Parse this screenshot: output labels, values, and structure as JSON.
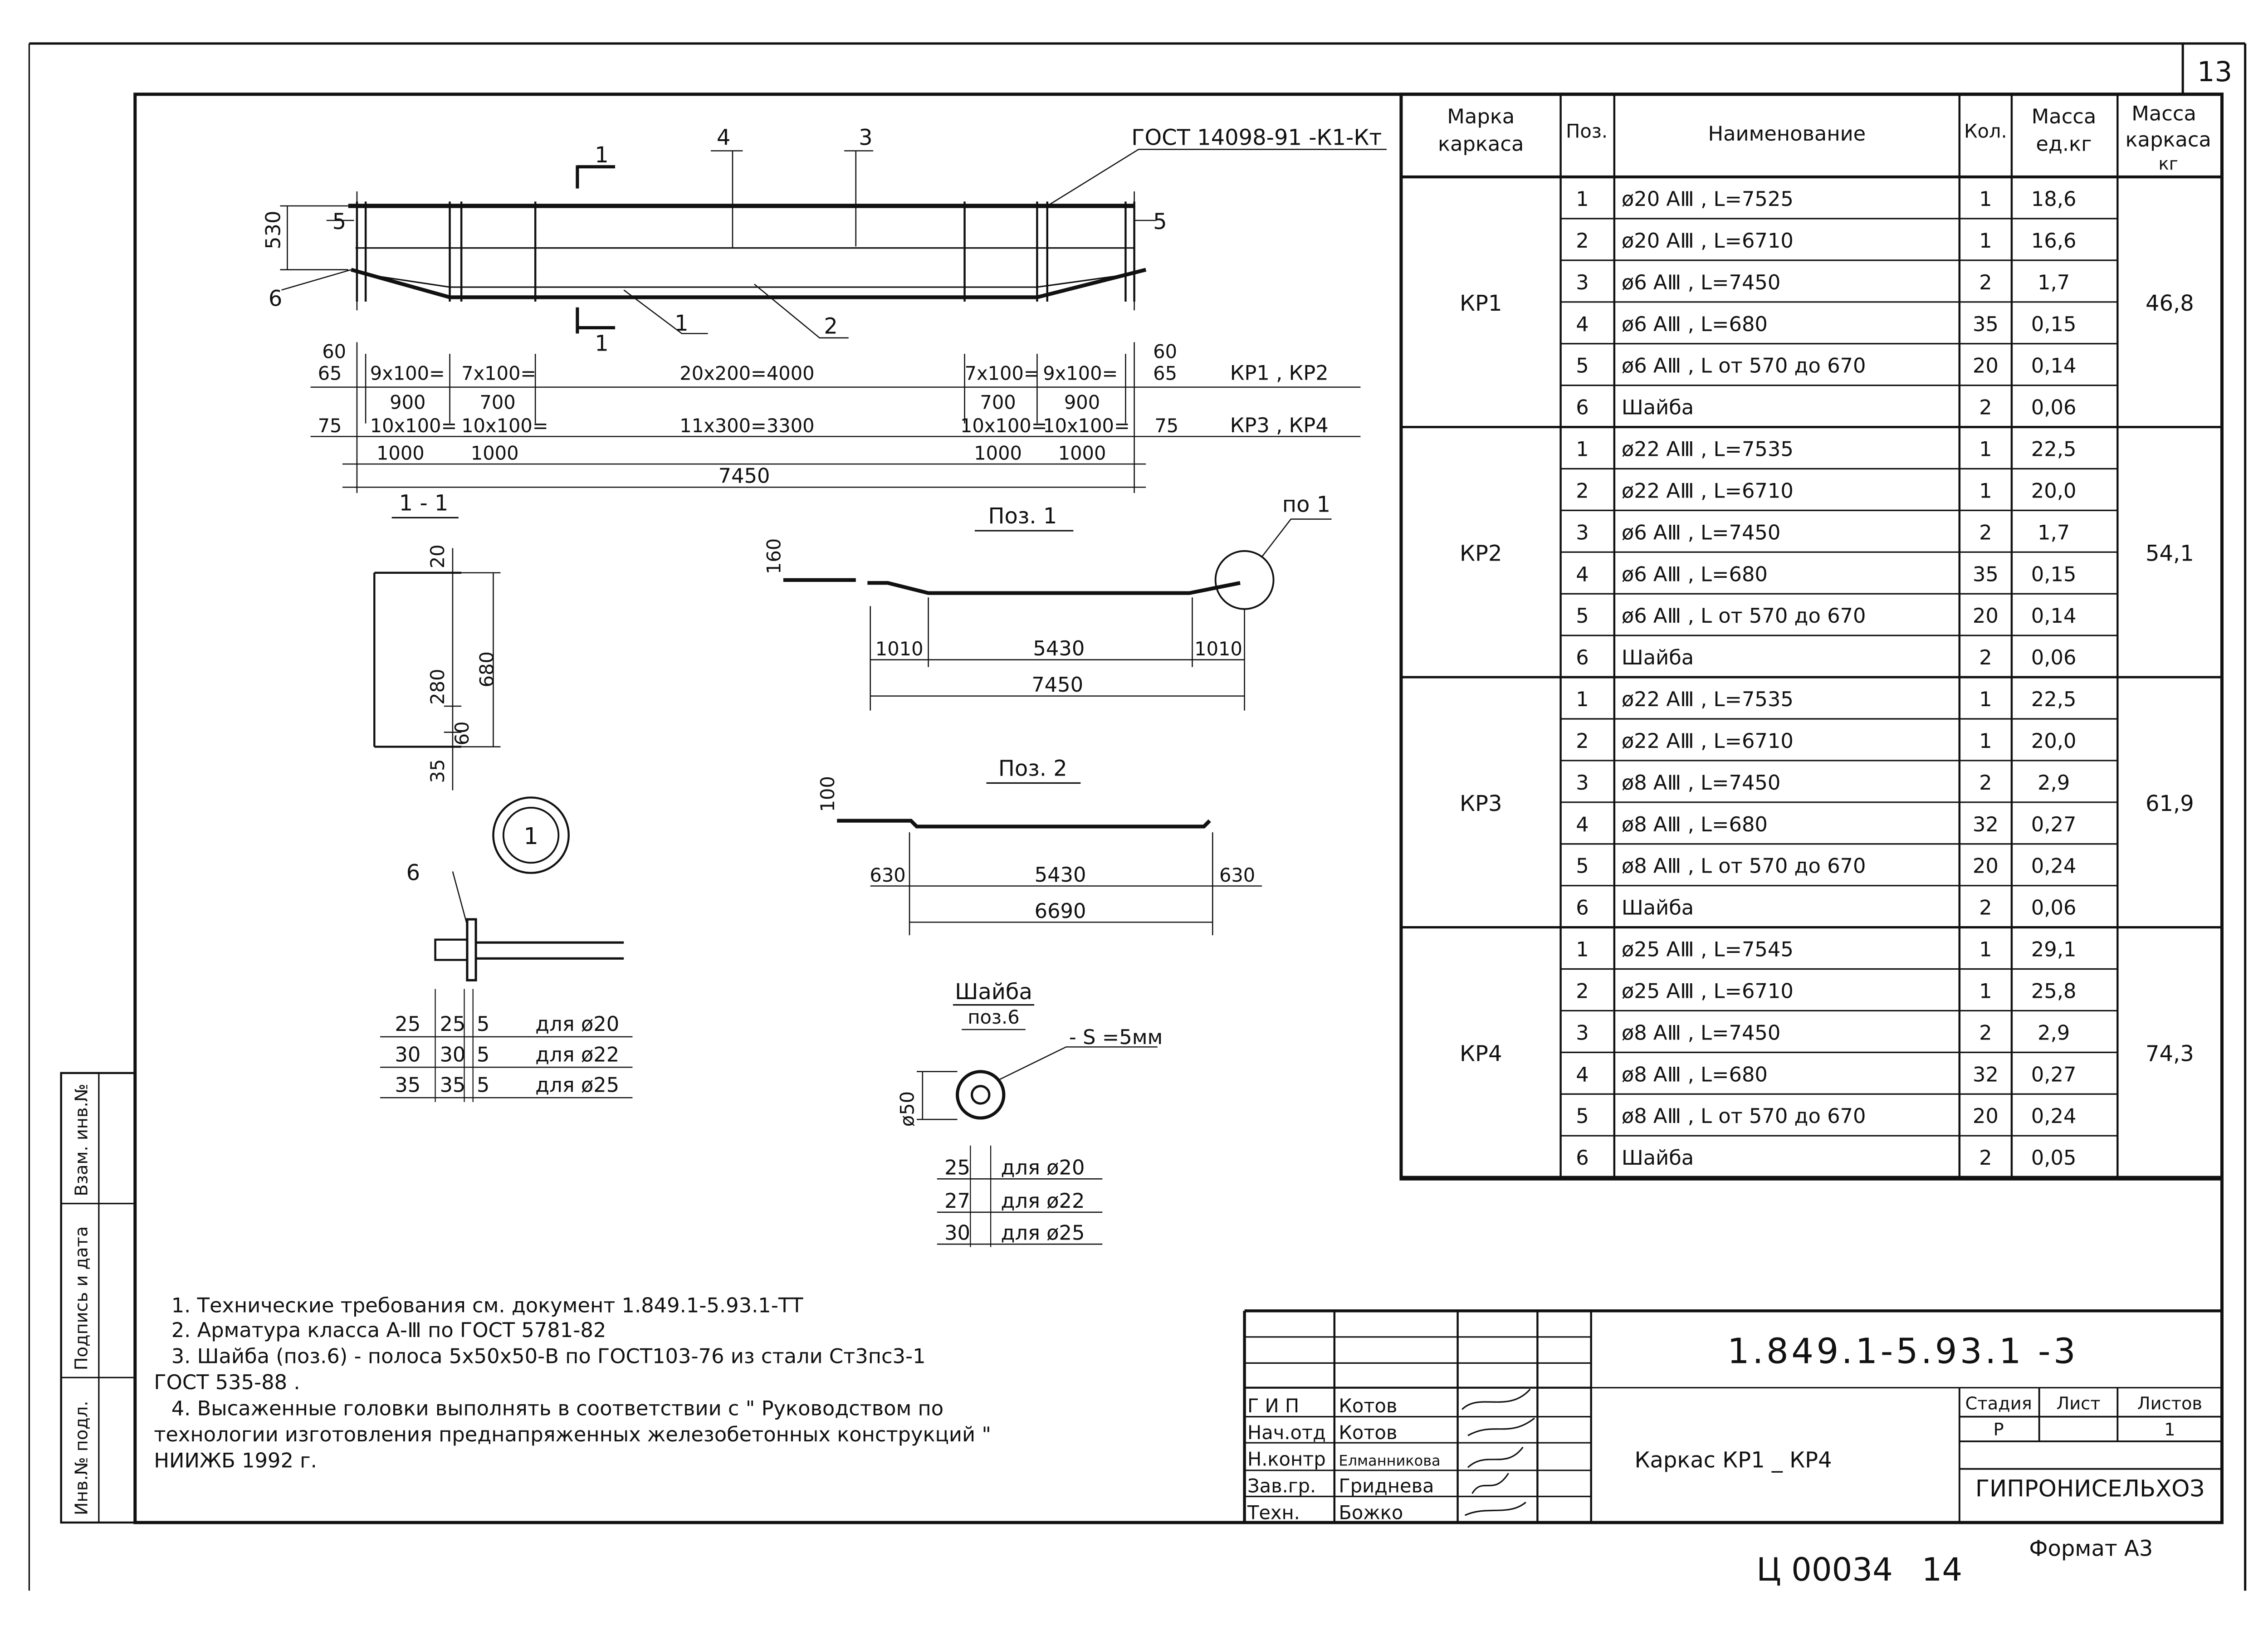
{
  "page_number": "13",
  "gost_ref": "ГОСТ 14098-91 -К1-Кт",
  "callouts": {
    "c1": "1",
    "c2": "2",
    "c3": "3",
    "c4": "4",
    "c5a": "5",
    "c5b": "5",
    "c6": "6",
    "sec1": "1",
    "sec2": "1"
  },
  "main_dims": {
    "h530": "530",
    "d60a": "60",
    "d65a": "65",
    "d60b": "60",
    "d65b": "65",
    "d75a": "75",
    "d75b": "75",
    "r1": [
      "9x100=",
      "7x100=",
      "20x200=4000",
      "7x100=",
      "9x100="
    ],
    "r2": [
      "900",
      "700",
      "700",
      "900"
    ],
    "r3": [
      "10x100=",
      "10x100=",
      "11x300=3300",
      "10x100=",
      "10x100="
    ],
    "r4": [
      "1000",
      "1000",
      "1000",
      "1000"
    ],
    "total": "7450",
    "mark_kr12": "КР1 , КР2",
    "mark_kr34": "КР3 , КР4"
  },
  "section": {
    "title": "1 - 1",
    "d20": "20",
    "d280": "280",
    "d680": "680",
    "d60": "60",
    "d35": "35"
  },
  "node1": {
    "label": "1"
  },
  "pos1": {
    "title": "Поз. 1",
    "ref": "по 1",
    "d160": "160",
    "d1010a": "1010",
    "d5430": "5430",
    "d1010b": "1010",
    "d7450": "7450"
  },
  "pos2": {
    "title": "Поз. 2",
    "d100": "100",
    "d630a": "630",
    "d5430": "5430",
    "d630b": "630",
    "d6690": "6690"
  },
  "head": {
    "label": "6",
    "rows": [
      {
        "a": "25",
        "b": "25",
        "c": "5",
        "t": "для ø20"
      },
      {
        "a": "30",
        "b": "30",
        "c": "5",
        "t": "для ø22"
      },
      {
        "a": "35",
        "b": "35",
        "c": "5",
        "t": "для ø25"
      }
    ]
  },
  "washer": {
    "title1": "Шайба",
    "title2": "поз.6",
    "s": "- S =5мм",
    "d": "ø50",
    "rows": [
      {
        "a": "25",
        "t": "для ø20"
      },
      {
        "a": "27",
        "t": "для ø22"
      },
      {
        "a": "30",
        "t": "для ø25"
      }
    ]
  },
  "spec": {
    "headers": {
      "mark": [
        "Марка",
        "каркаса"
      ],
      "pos": "Поз.",
      "name": "Наименование",
      "qty": "Кол.",
      "mass": [
        "Масса",
        "ед.кг"
      ],
      "total": [
        "Масса",
        "каркаса",
        "кг"
      ]
    },
    "groups": [
      {
        "mark": "КР1",
        "total": "46,8",
        "rows": [
          [
            "1",
            "ø20 АⅢ , L=7525",
            "1",
            "18,6"
          ],
          [
            "2",
            "ø20 АⅢ , L=6710",
            "1",
            "16,6"
          ],
          [
            "3",
            "ø6 АⅢ , L=7450",
            "2",
            "1,7"
          ],
          [
            "4",
            "ø6 АⅢ , L=680",
            "35",
            "0,15"
          ],
          [
            "5",
            "ø6 АⅢ , L от 570 до 670",
            "20",
            "0,14"
          ],
          [
            "6",
            "Шайба",
            "2",
            "0,06"
          ]
        ]
      },
      {
        "mark": "КР2",
        "total": "54,1",
        "rows": [
          [
            "1",
            "ø22 АⅢ , L=7535",
            "1",
            "22,5"
          ],
          [
            "2",
            "ø22 АⅢ , L=6710",
            "1",
            "20,0"
          ],
          [
            "3",
            "ø6 АⅢ , L=7450",
            "2",
            "1,7"
          ],
          [
            "4",
            "ø6 АⅢ , L=680",
            "35",
            "0,15"
          ],
          [
            "5",
            "ø6 АⅢ , L от 570 до 670",
            "20",
            "0,14"
          ],
          [
            "6",
            "Шайба",
            "2",
            "0,06"
          ]
        ]
      },
      {
        "mark": "КР3",
        "total": "61,9",
        "rows": [
          [
            "1",
            "ø22 АⅢ , L=7535",
            "1",
            "22,5"
          ],
          [
            "2",
            "ø22 АⅢ , L=6710",
            "1",
            "20,0"
          ],
          [
            "3",
            "ø8 АⅢ , L=7450",
            "2",
            "2,9"
          ],
          [
            "4",
            "ø8 АⅢ , L=680",
            "32",
            "0,27"
          ],
          [
            "5",
            "ø8 АⅢ , L от 570 до 670",
            "20",
            "0,24"
          ],
          [
            "6",
            "Шайба",
            "2",
            "0,06"
          ]
        ]
      },
      {
        "mark": "КР4",
        "total": "74,3",
        "rows": [
          [
            "1",
            "ø25 АⅢ , L=7545",
            "1",
            "29,1"
          ],
          [
            "2",
            "ø25 АⅢ , L=6710",
            "1",
            "25,8"
          ],
          [
            "3",
            "ø8 АⅢ , L=7450",
            "2",
            "2,9"
          ],
          [
            "4",
            "ø8 АⅢ , L=680",
            "32",
            "0,27"
          ],
          [
            "5",
            "ø8 АⅢ , L от 570 до 670",
            "20",
            "0,24"
          ],
          [
            "6",
            "Шайба",
            "2",
            "0,05"
          ]
        ]
      }
    ]
  },
  "notes": [
    "1. Технические требования см. документ      1.849.1-5.93.1-ТТ",
    "2. Арматура класса А-Ⅲ по ГОСТ 5781-82",
    "3. Шайба (поз.6) - полоса 5х50х50-В по ГОСТ103-76 из стали Ст3пс3-1",
    "ГОСТ 535-88 .",
    "4. Высаженные головки выполнять в соответствии с \" Руководством по",
    "технологии изготовления преднапряженных железобетонных конструкций \"",
    "НИИЖБ 1992 г."
  ],
  "title_block": {
    "code": "1.849.1-5.93.1 -3",
    "name": "Каркас КР1 _ КР4",
    "org": "ГИПРОНИСЕЛЬХОЗ",
    "stage_h": "Стадия",
    "sheet_h": "Лист",
    "sheets_h": "Листов",
    "stage": "Р",
    "sheet": "",
    "sheets": "1",
    "people": [
      [
        "Г И П",
        "Котов"
      ],
      [
        "Нач.отд",
        "Котов"
      ],
      [
        "Н.контр",
        "Елманникова"
      ],
      [
        "Зав.гр.",
        "Гриднева"
      ],
      [
        "Техн.",
        "Божко"
      ]
    ]
  },
  "side_stamp": [
    "Инв.№ подл.",
    "Подпись и дата",
    "Взам. инв.№"
  ],
  "bottom": {
    "code": "Ц 00034",
    "num": "14",
    "format": "Формат А3"
  }
}
